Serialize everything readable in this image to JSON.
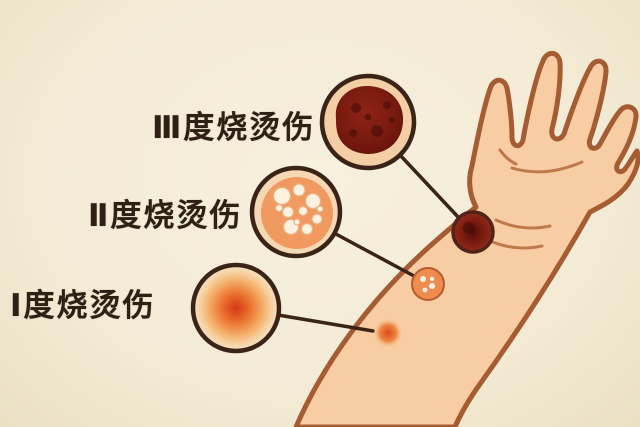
{
  "diagram": {
    "labels": [
      {
        "id": "degree3",
        "label": "Ⅲ度烧烫伤"
      },
      {
        "id": "degree2",
        "label": "Ⅱ度烧烫伤"
      },
      {
        "id": "degree1",
        "label": "Ⅰ度烧烫伤"
      }
    ],
    "icons": [
      "magnifier-circle-degree3",
      "magnifier-circle-degree2",
      "magnifier-circle-degree1",
      "arm-illustration"
    ],
    "colors": {
      "background": "#f3ebd5",
      "skin": "#f9cda3",
      "arm_outline": "#a55c33",
      "connector": "#3a2417",
      "text": "#2e2015",
      "burn_degree3": "#7c1b10",
      "burn_degree2": "#f09a60",
      "burn_degree1": "#e04a21",
      "blister": "#fdf2df"
    }
  }
}
